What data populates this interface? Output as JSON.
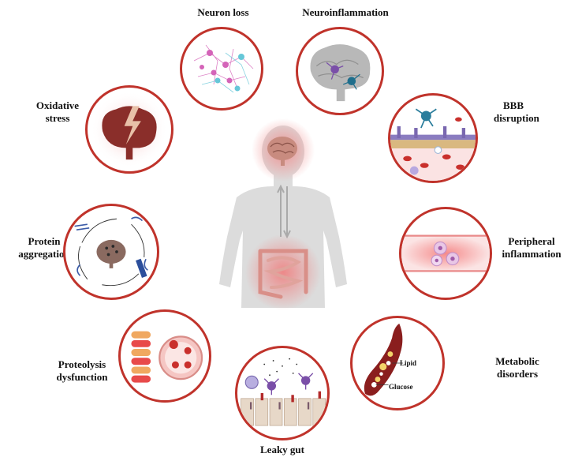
{
  "labels": {
    "neuron_loss": "Neuron loss",
    "neuroinflammation": "Neuroinflammation",
    "bbb_l1": "BBB",
    "bbb_l2": "disruption",
    "oxidative_l1": "Oxidative",
    "oxidative_l2": "stress",
    "protein_l1": "Protein",
    "protein_l2": "aggregation",
    "peripheral_l1": "Peripheral",
    "peripheral_l2": "inflammation",
    "proteolysis_l1": "Proteolysis",
    "proteolysis_l2": "dysfunction",
    "metabolic_l1": "Metabolic",
    "metabolic_l2": "disorders",
    "leaky_gut": "Leaky gut",
    "lipid": "Lipid",
    "glucose": "Glucose"
  },
  "colors": {
    "ring": "#c0332b",
    "silhouette": "#dcdcdc",
    "inflammation_glow": "#f4a6a6"
  }
}
